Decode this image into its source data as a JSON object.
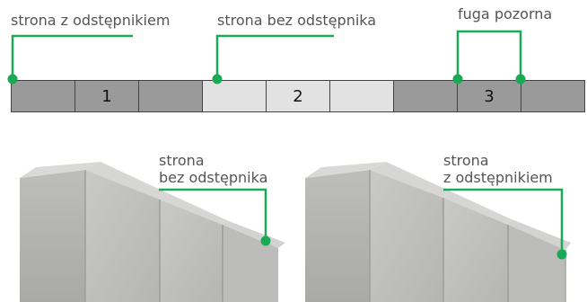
{
  "colors": {
    "accent": "#1aaa55",
    "tile_dark": "#9a9a9a",
    "tile_light": "#e2e2e2",
    "text": "#555555"
  },
  "top_labels": {
    "left": "strona z odstępnikiem",
    "middle": "strona bez odstępnika",
    "right": "fuga pozorna"
  },
  "strip": {
    "cells": [
      {
        "label": "",
        "shade": "dark"
      },
      {
        "label": "1",
        "shade": "dark"
      },
      {
        "label": "",
        "shade": "dark"
      },
      {
        "label": "",
        "shade": "light"
      },
      {
        "label": "2",
        "shade": "light"
      },
      {
        "label": "",
        "shade": "light"
      },
      {
        "label": "",
        "shade": "dark"
      },
      {
        "label": "3",
        "shade": "dark"
      },
      {
        "label": "",
        "shade": "dark"
      }
    ]
  },
  "photo_labels": {
    "left": {
      "line1": "strona",
      "line2": "bez odstępnika"
    },
    "right": {
      "line1": "strona",
      "line2": "z odstępnikiem"
    }
  }
}
